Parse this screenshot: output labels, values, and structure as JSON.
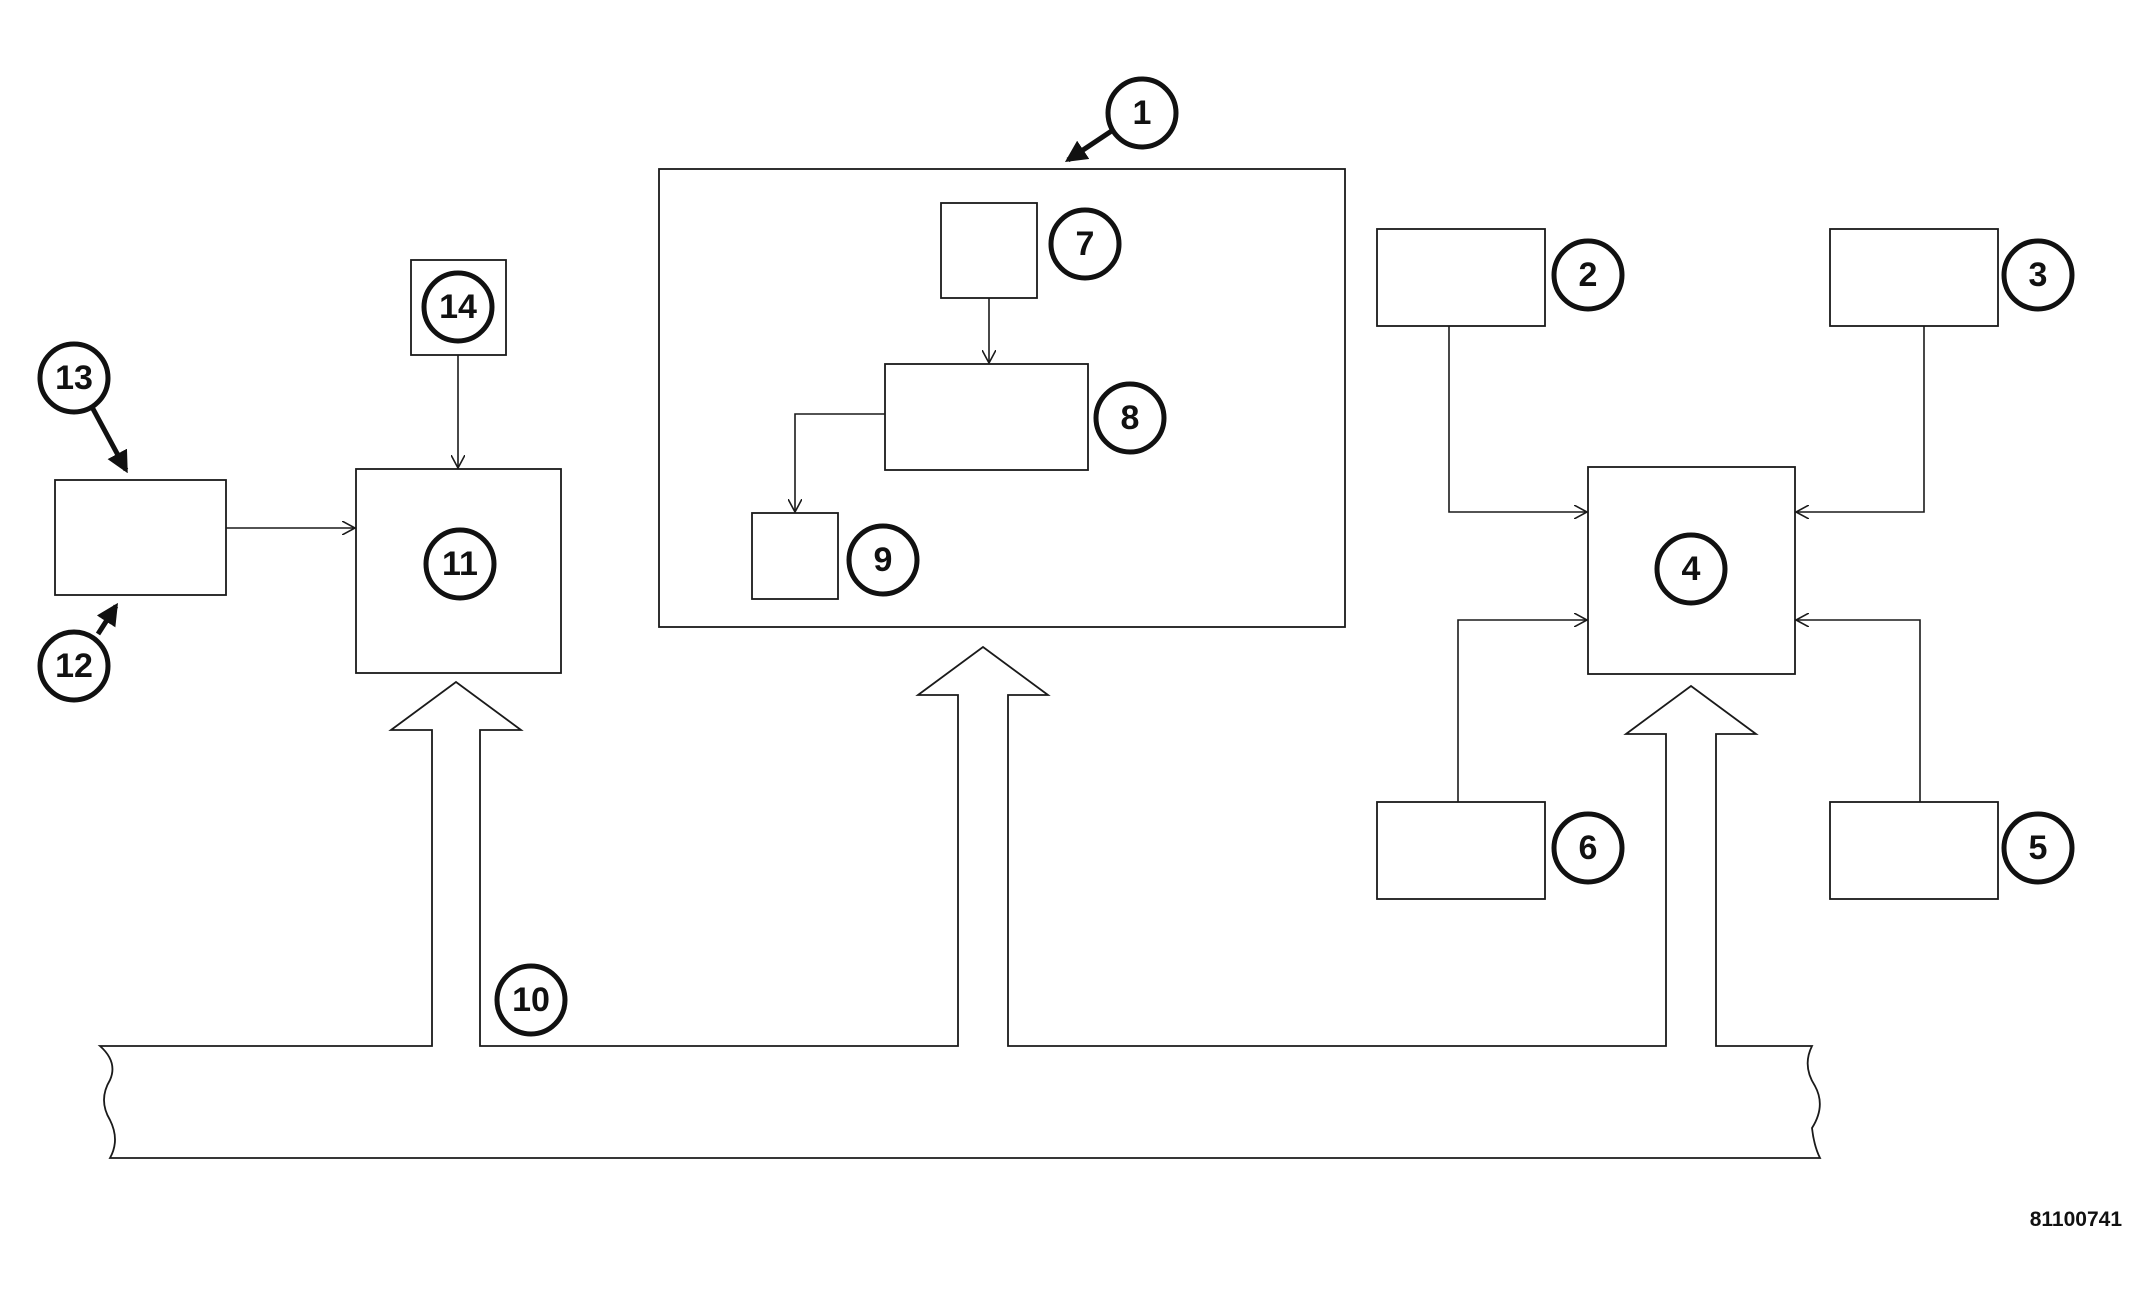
{
  "callouts": {
    "c1": "1",
    "c2": "2",
    "c3": "3",
    "c4": "4",
    "c5": "5",
    "c6": "6",
    "c7": "7",
    "c8": "8",
    "c9": "9",
    "c10": "10",
    "c11": "11",
    "c12": "12",
    "c13": "13",
    "c14": "14"
  },
  "figure_ref": "81100741",
  "colors": {
    "line": "#1a1a1a",
    "background": "#ffffff"
  }
}
